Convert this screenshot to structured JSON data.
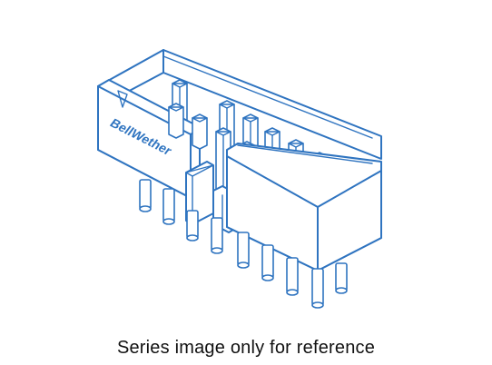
{
  "image": {
    "subject": "pin-header-connector",
    "brand_mark": "BellWether",
    "line_color": "#2f74c0"
  },
  "caption": "Series image only for reference"
}
